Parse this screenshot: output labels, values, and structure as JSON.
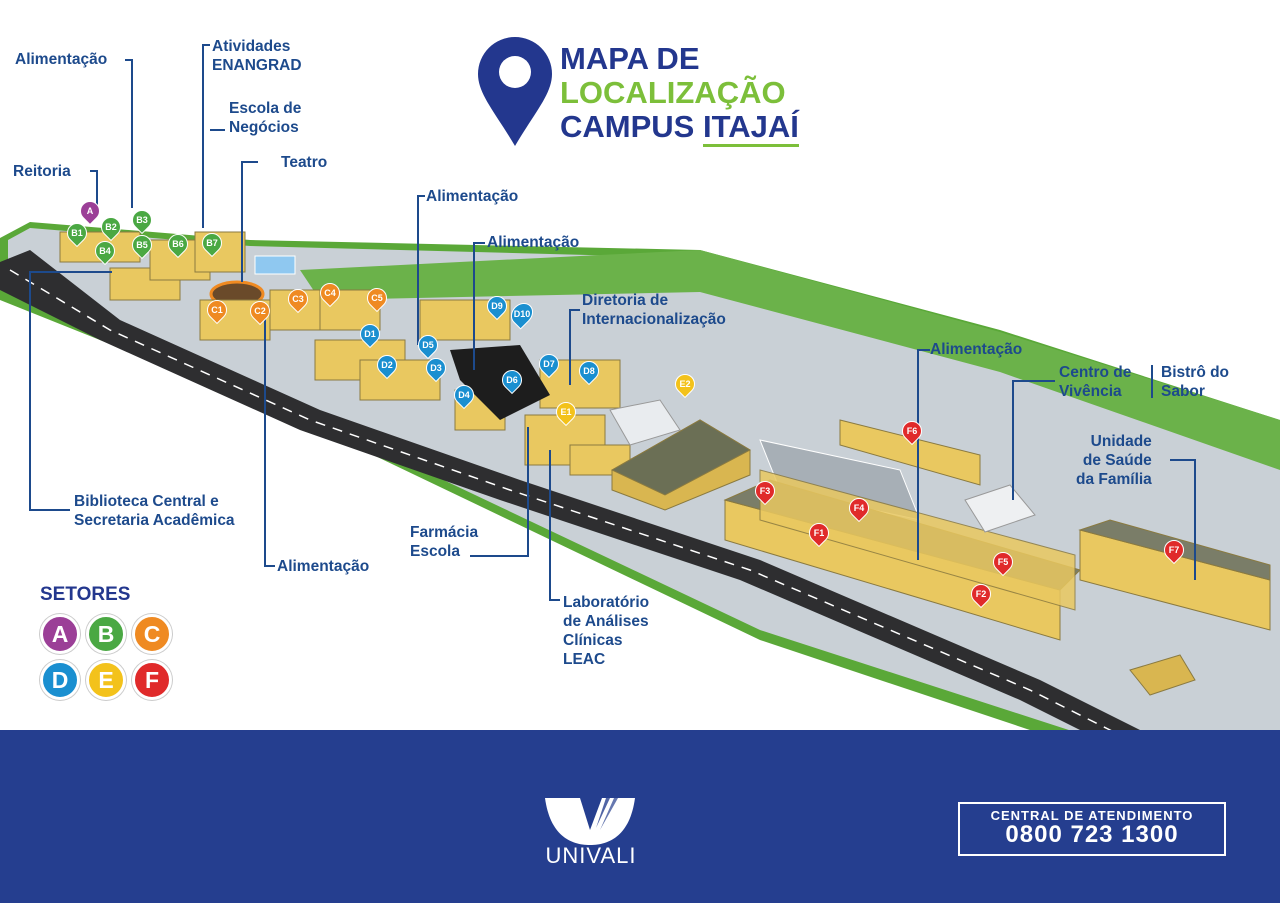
{
  "title": {
    "line1": "MAPA DE",
    "line2": "LOCALIZAÇÃO",
    "line3_prefix": "CAMPUS ",
    "line3_city": "ITAJAÍ"
  },
  "labels": {
    "alimentacao_a": "Alimentação",
    "atividades": "Atividades",
    "enangrad": "ENANGRAD",
    "escola_de": "Escola de",
    "negocios": "Negócios",
    "teatro": "Teatro",
    "reitoria": "Reitoria",
    "alimentacao_d1": "Alimentação",
    "alimentacao_d2": "Alimentação",
    "diretoria": "Diretoria de",
    "internacionalizacao": "Internacionalização",
    "alimentacao_f": "Alimentação",
    "centro_de": "Centro de",
    "vivencia": "Vivência",
    "bistro_do": "Bistrô do",
    "sabor": "Sabor",
    "unidade": "Unidade",
    "de_saude": "de Saúde",
    "da_familia": "da Família",
    "biblioteca": "Biblioteca Central e",
    "secretaria": "Secretaria Acadêmica",
    "alimentacao_c": "Alimentação",
    "farmacia": "Farmácia",
    "escola": "Escola",
    "laboratorio": "Laboratório",
    "de_analises": "de Análises",
    "clinicas": "Clínicas",
    "leac": "LEAC"
  },
  "setores": {
    "title": "SETORES",
    "items": [
      {
        "letter": "A",
        "color": "#9b3f97"
      },
      {
        "letter": "B",
        "color": "#4aa843"
      },
      {
        "letter": "C",
        "color": "#ef8a22"
      },
      {
        "letter": "D",
        "color": "#1a8fd0"
      },
      {
        "letter": "E",
        "color": "#f3c21b"
      },
      {
        "letter": "F",
        "color": "#e02a2a"
      }
    ]
  },
  "markers": [
    {
      "code": "A",
      "color": "#9b3f97"
    },
    {
      "code": "B1",
      "color": "#4aa843"
    },
    {
      "code": "B2",
      "color": "#4aa843"
    },
    {
      "code": "B3",
      "color": "#4aa843"
    },
    {
      "code": "B4",
      "color": "#4aa843"
    },
    {
      "code": "B5",
      "color": "#4aa843"
    },
    {
      "code": "B6",
      "color": "#4aa843"
    },
    {
      "code": "B7",
      "color": "#4aa843"
    },
    {
      "code": "C1",
      "color": "#ef8a22"
    },
    {
      "code": "C2",
      "color": "#ef8a22"
    },
    {
      "code": "C3",
      "color": "#ef8a22"
    },
    {
      "code": "C4",
      "color": "#ef8a22"
    },
    {
      "code": "C5",
      "color": "#ef8a22"
    },
    {
      "code": "D1",
      "color": "#1a8fd0"
    },
    {
      "code": "D2",
      "color": "#1a8fd0"
    },
    {
      "code": "D3",
      "color": "#1a8fd0"
    },
    {
      "code": "D4",
      "color": "#1a8fd0"
    },
    {
      "code": "D5",
      "color": "#1a8fd0"
    },
    {
      "code": "D6",
      "color": "#1a8fd0"
    },
    {
      "code": "D7",
      "color": "#1a8fd0"
    },
    {
      "code": "D8",
      "color": "#1a8fd0"
    },
    {
      "code": "D9",
      "color": "#1a8fd0"
    },
    {
      "code": "D10",
      "color": "#1a8fd0"
    },
    {
      "code": "E1",
      "color": "#f3c21b"
    },
    {
      "code": "E2",
      "color": "#f3c21b"
    },
    {
      "code": "F1",
      "color": "#e02a2a"
    },
    {
      "code": "F2",
      "color": "#e02a2a"
    },
    {
      "code": "F3",
      "color": "#e02a2a"
    },
    {
      "code": "F4",
      "color": "#e02a2a"
    },
    {
      "code": "F5",
      "color": "#e02a2a"
    },
    {
      "code": "F6",
      "color": "#e02a2a"
    },
    {
      "code": "F7",
      "color": "#e02a2a"
    }
  ],
  "footer": {
    "brand": "UNIVALI",
    "central_label": "CENTRAL DE ATENDIMENTO",
    "central_phone": "0800 723 1300"
  },
  "colors": {
    "navy": "#253e8f",
    "label_blue": "#1d4a8c",
    "green": "#7cbf3a"
  }
}
